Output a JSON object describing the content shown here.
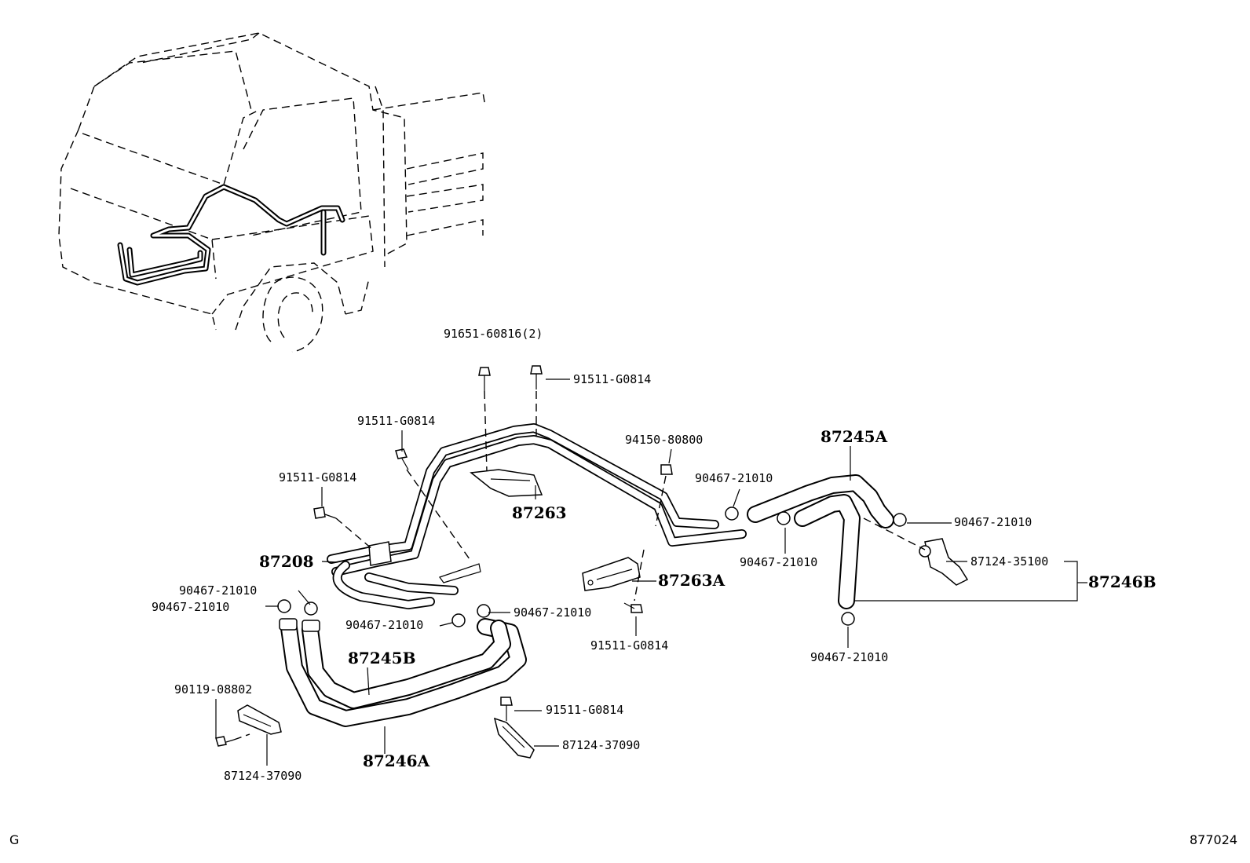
{
  "labels": {
    "p91651": "91651-60816(2)",
    "p91511_top": "91511-G0814",
    "p91511_left1": "91511-G0814",
    "p91511_left2": "91511-G0814",
    "p94150": "94150-80800",
    "p87245A": "87245A",
    "p90467_a": "90467-21010",
    "p90467_b": "90467-21010",
    "p87263": "87263",
    "p87208": "87208",
    "p90467_c": "90467-21010",
    "p87124_35100": "87124-35100",
    "p87246B": "87246B",
    "p87263A": "87263A",
    "p90467_d": "90467-21010",
    "p90467_e": "90467-21010",
    "p90467_f": "90467-21010",
    "p90467_g": "90467-21010",
    "p91511_mid": "91511-G0814",
    "p90467_h": "90467-21010",
    "p87245B": "87245B",
    "p90119": "90119-08802",
    "p91511_low": "91511-G0814",
    "p87124_37090_r": "87124-37090",
    "p87246A": "87246A",
    "p87124_37090_l": "87124-37090"
  },
  "corner": {
    "left": "G",
    "right": "877024"
  }
}
